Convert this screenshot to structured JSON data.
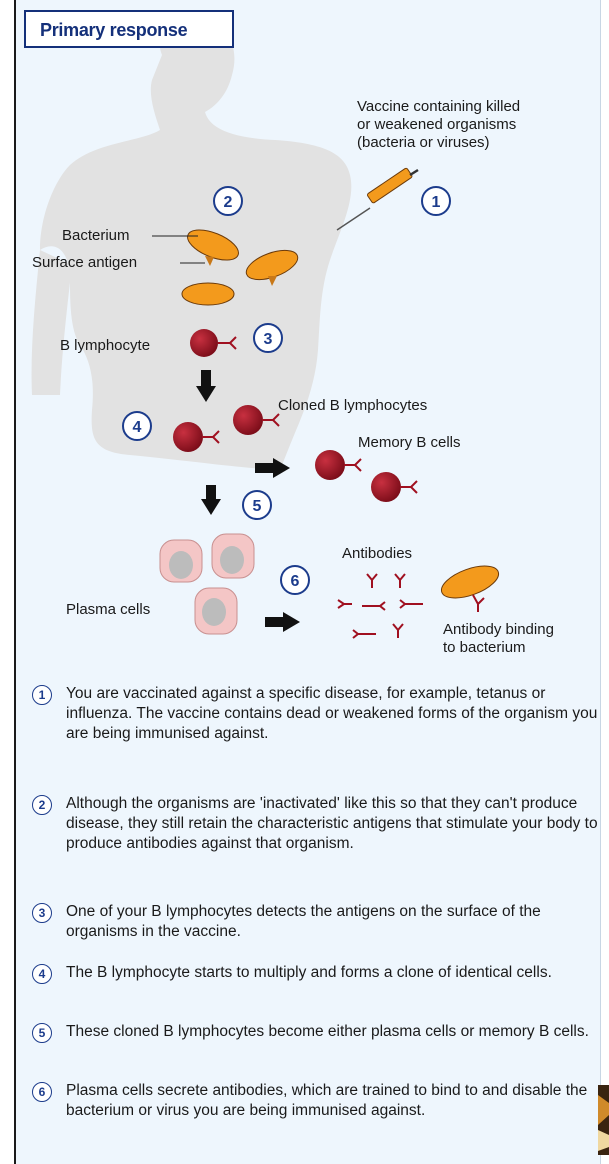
{
  "title": "Primary response",
  "labels": {
    "vaccine": [
      "Vaccine containing killed",
      "or weakened organisms",
      "(bacteria or viruses)"
    ],
    "bacterium": "Bacterium",
    "surface_antigen": "Surface antigen",
    "b_lymphocyte": "B lymphocyte",
    "cloned": "Cloned B lymphocytes",
    "memory": "Memory B cells",
    "antibodies": "Antibodies",
    "plasma": "Plasma cells",
    "antibody_binding": [
      "Antibody binding",
      "to bacterium"
    ]
  },
  "step_numbers": [
    "1",
    "2",
    "3",
    "4",
    "5",
    "6"
  ],
  "steps": [
    {
      "num": "1",
      "text": "You are vaccinated against a specific disease, for example, tetanus or influenza. The vaccine contains dead or weakened forms of the organism you are being immunised against."
    },
    {
      "num": "2",
      "text": "Although the organisms are 'inactivated' like this so that they can't produce disease, they still retain the characteristic antigens that stimulate your body to produce antibodies against that organism."
    },
    {
      "num": "3",
      "text": "One of your B lymphocytes detects the antigens on the surface of the organisms in the vaccine."
    },
    {
      "num": "4",
      "text": "The B lymphocyte starts to multiply and forms a clone of identical cells."
    },
    {
      "num": "5",
      "text": "These cloned B lymphocytes become either plasma cells or memory B cells."
    },
    {
      "num": "6",
      "text": "Plasma cells secrete antibodies, which are trained to bind to and disable the bacterium or virus you are being immunised against."
    }
  ],
  "colors": {
    "panel": "#eef6fd",
    "title": "#14307a",
    "body_silhouette": "#e2e2e2",
    "bacterium": "#f39a1c",
    "lymphocyte": "#a01020",
    "plasma": "#f4c6c6",
    "badge": "#1c3c8c"
  }
}
